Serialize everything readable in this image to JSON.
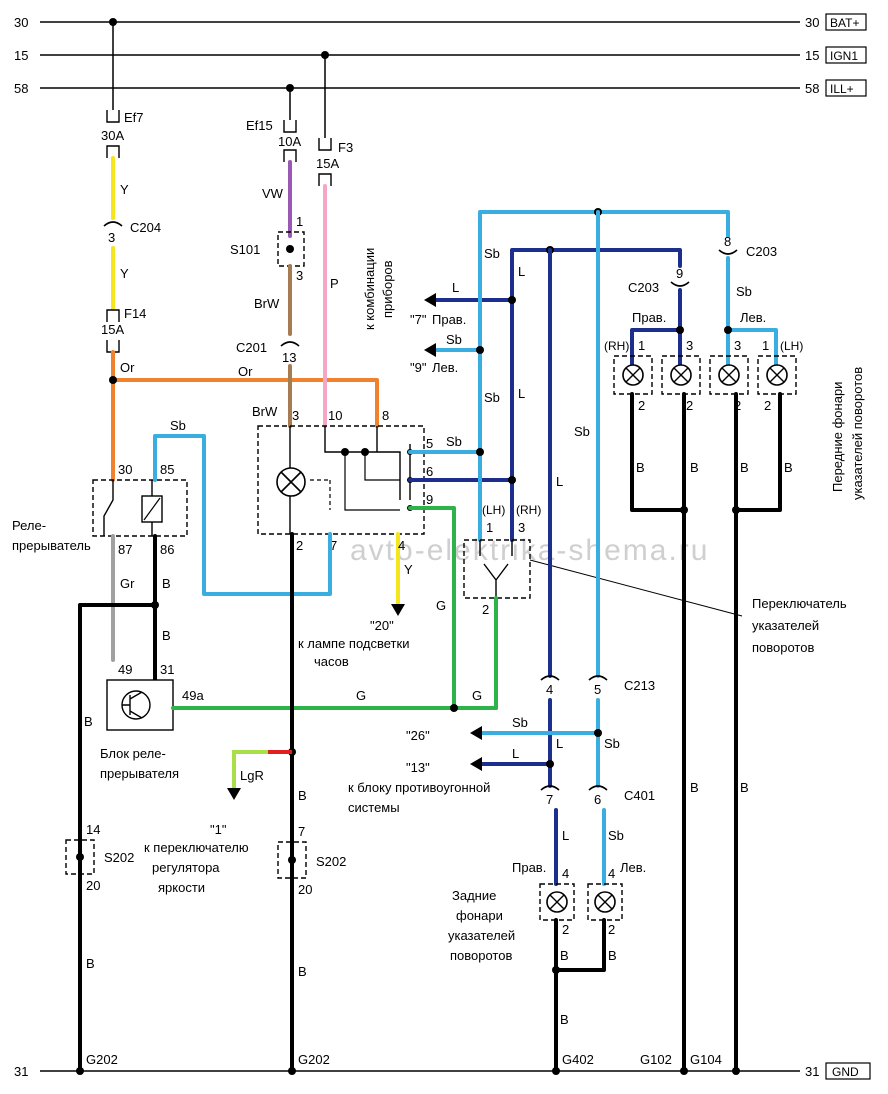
{
  "rails": {
    "r30": {
      "left": "30",
      "right": "30",
      "tag": "BAT+"
    },
    "r15": {
      "left": "15",
      "right": "15",
      "tag": "IGN1"
    },
    "r58": {
      "left": "58",
      "right": "58",
      "tag": "ILL+"
    },
    "r31": {
      "left": "31",
      "right": "31",
      "tag": "GND"
    }
  },
  "fuses": {
    "ef7": {
      "name": "Ef7",
      "rating": "30A"
    },
    "ef15": {
      "name": "Ef15",
      "rating": "10A"
    },
    "f3": {
      "name": "F3",
      "rating": "15A"
    },
    "f14": {
      "name": "F14",
      "rating": "15A"
    }
  },
  "connectors": {
    "c204": {
      "name": "C204",
      "pin": "3"
    },
    "s101": {
      "name": "S101",
      "pin_top": "1",
      "pin_bottom": "3"
    },
    "c201": {
      "name": "C201",
      "pin": "13"
    },
    "c203_a": {
      "name": "C203",
      "pin": "9"
    },
    "c203_b": {
      "name": "C203",
      "pin": "8"
    },
    "c213": {
      "name": "C213",
      "pin_l": "4",
      "pin_r": "5"
    },
    "c401": {
      "name": "C401",
      "pin_l": "7",
      "pin_r": "6"
    },
    "s202_left": {
      "name": "S202",
      "pin_top": "14",
      "pin_bottom": "20"
    },
    "s202_mid": {
      "name": "S202",
      "pin_top": "7",
      "pin_bottom": "20"
    }
  },
  "wires": {
    "y1": "Y",
    "y2": "Y",
    "vw": "VW",
    "brw1": "BrW",
    "brw2": "BrW",
    "p": "P",
    "or1": "Or",
    "or2": "Or",
    "sb_relay": "Sb",
    "gr": "Gr",
    "b86": "B",
    "b31": "B",
    "b_left": "B",
    "b_left2": "B",
    "b_mid": "B",
    "b_mid2": "B",
    "y_clock": "Y",
    "g1": "G",
    "g2": "G",
    "g3": "G",
    "lgr": "LgR",
    "l_pr": "L",
    "sb_lev": "Sb",
    "sb_v": "Sb",
    "l_v": "L",
    "sb_top": "Sb",
    "l_top": "L",
    "l_long": "L",
    "sb_long": "Sb",
    "sb_front": "Sb",
    "b_f1": "B",
    "b_f2": "B",
    "b_f3": "B",
    "b_f4": "B",
    "b_g102": "B",
    "b_g104": "B",
    "sb26": "Sb",
    "l13": "L",
    "l_c213": "L",
    "sb_c213": "Sb",
    "l_c401": "L",
    "sb_c401": "Sb",
    "b_r1": "B",
    "b_r2": "B",
    "b_g402": "B"
  },
  "panel_pins": {
    "p3": "3",
    "p10": "10",
    "p8": "8",
    "p5": "5",
    "p6": "6",
    "p9": "9",
    "p2": "2",
    "p7": "7",
    "p4": "4"
  },
  "relay": {
    "p30": "30",
    "p85": "85",
    "p87": "87",
    "p86": "86",
    "label1": "Реле-",
    "label2": "прерыватель"
  },
  "relay_unit": {
    "p49": "49",
    "p31": "31",
    "p49a": "49a",
    "label1": "Блок реле-",
    "label2": "прерывателя"
  },
  "switch": {
    "lh": "(LH)",
    "rh": "(RH)",
    "p1": "1",
    "p3": "3",
    "p2": "2",
    "label1": "Переключатель",
    "label2": "указателей",
    "label3": "поворотов"
  },
  "cluster": {
    "label1": "к комбинации",
    "label2": "приборов",
    "pin7": "\"7\"",
    "pin7_side": "Прав.",
    "pin9": "\"9\"",
    "pin9_side": "Лев."
  },
  "clock": {
    "pin": "\"20\"",
    "label1": "к лампе подсветки",
    "label2": "часов"
  },
  "dimmer": {
    "pin": "\"1\"",
    "label1": "к переключателю",
    "label2": "регулятора",
    "label3": "яркости"
  },
  "alarm": {
    "pin26": "\"26\"",
    "pin13": "\"13\"",
    "label1": "к блоку противоугонной",
    "label2": "системы"
  },
  "front_lamps": {
    "label1": "Передние фонари",
    "label2": "указателей поворотов",
    "right": "Прав.",
    "left": "Лев.",
    "rh": "(RH)",
    "lh": "(LH)",
    "pins_top": [
      "1",
      "3",
      "3",
      "1"
    ],
    "pins_bottom": [
      "2",
      "2",
      "2",
      "2"
    ]
  },
  "rear_lamps": {
    "label1": "Задние",
    "label2": "фонари",
    "label3": "указателей",
    "label4": "поворотов",
    "right": "Прав.",
    "left": "Лев.",
    "pins_top": [
      "4",
      "4"
    ],
    "pins_bottom": [
      "2",
      "2"
    ]
  },
  "grounds": {
    "g202a": "G202",
    "g202b": "G202",
    "g402": "G402",
    "g102": "G102",
    "g104": "G104"
  },
  "watermark": "avto-elektrika-shema.ru",
  "colors": {
    "yellow": "#f4e51c",
    "violet": "#9b59b6",
    "brown": "#a67c52",
    "pink": "#f4a6c6",
    "orange": "#f0822d",
    "sky": "#3aaee0",
    "navy": "#1c2f8f",
    "green": "#2db34a",
    "gray": "#a0a0a0",
    "red": "#e02020",
    "lime": "#a9e04a"
  }
}
